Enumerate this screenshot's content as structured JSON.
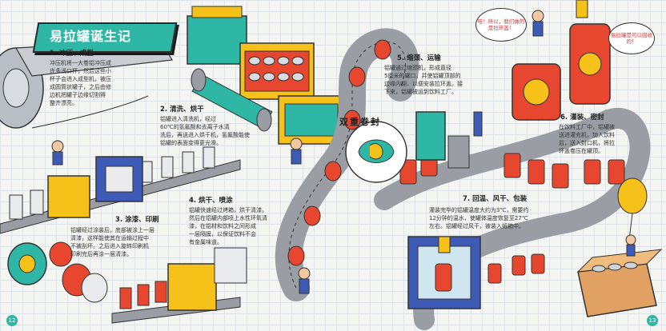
{
  "title": "易拉罐诞生记",
  "steps": [
    {
      "heading": "1. 冲压、成型",
      "lines": [
        "冲压机将一大卷铝冲压成",
        "许多浅口杯，然后这些小",
        "杯子会进入成型机，被压",
        "成圆筒状罐子，之后由修",
        "边机把罐子边缘切割得",
        "整齐漂亮。"
      ]
    },
    {
      "heading": "2. 清洗、烘干",
      "lines": [
        "铝罐进入清洗机，经过",
        "60℃的氢氟酸和去离子水清",
        "洗后，再送进入烘干机，氢氟酸能使",
        "铝罐的表面变得更光滑。"
      ]
    },
    {
      "heading": "3. 涂漆、印刷",
      "lines": [
        "铝罐经过涂装后，底部被涂上一层",
        "清漆，这样能使其在运输过程中",
        "不被刮坏。之后进入旋转印刷机",
        "印刷完后再涂一层清漆。"
      ]
    },
    {
      "heading": "4. 烘干、喷涂",
      "lines": [
        "铝罐快速经过烤箱，烘干清漆。",
        "然后在铝罐内部喷上水性环氧清",
        "漆，在铝材和饮料之间形成",
        "一层隔膜，以保证饮料不会",
        "有金属味道。"
      ]
    },
    {
      "heading": "5. 缩颈、运输",
      "lines": [
        "铝罐通过缩颈机，形成直径",
        "5厘米的罐口，并使铝罐顶部的",
        "边缘内翻，以便安装拉环盖。接",
        "下来，铝罐被运到饮料工厂。"
      ]
    },
    {
      "heading": "6. 灌装、密封",
      "lines": [
        "在饮料工厂中，铝罐被",
        "送进灌充机，加入饮料",
        "后，送入封口机，将拉",
        "环盖卷压在罐顶。"
      ]
    },
    {
      "heading": "7. 回温、风干、包装",
      "lines": [
        "灌装完毕的铝罐温度大约为3℃，需要约",
        "12分钟的温水，使罐体温度恢复至27℃",
        "左右。铝罐经过风干，被装入纸箱中。"
      ]
    }
  ],
  "seam_label": "双重卷封",
  "bubble_left": "哇！所以，我们做的是拉环盖！",
  "bubble_right": "易拉罐是可以回收的！",
  "page_left": "12",
  "page_right": "13",
  "colors": {
    "teal": "#2fb7a6",
    "red": "#e8472f",
    "yellow": "#f6c21a",
    "belt": "#9a9ea4"
  }
}
